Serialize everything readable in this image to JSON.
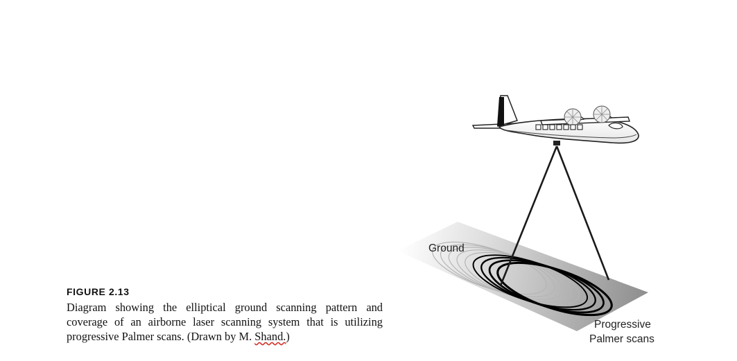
{
  "diagram": {
    "labels": {
      "ground": "Ground",
      "scans_line1": "Progressive",
      "scans_line2": "Palmer scans"
    },
    "ellipse_count": 9,
    "colors": {
      "ground_dark": "#8f8f8f",
      "ground_light": "#ffffff",
      "scan_faint": "#b5b5b5",
      "scan_strong": "#000000",
      "beam": "#1a1a1a"
    }
  },
  "caption": {
    "label": "FIGURE 2.13",
    "text_prefix": "Diagram showing the elliptical ground scanning pattern and coverage of an airborne laser scanning system that is utilizing progressive Palmer scans. (Drawn by M. ",
    "text_underlined": "Shand.",
    "text_suffix": ")"
  }
}
